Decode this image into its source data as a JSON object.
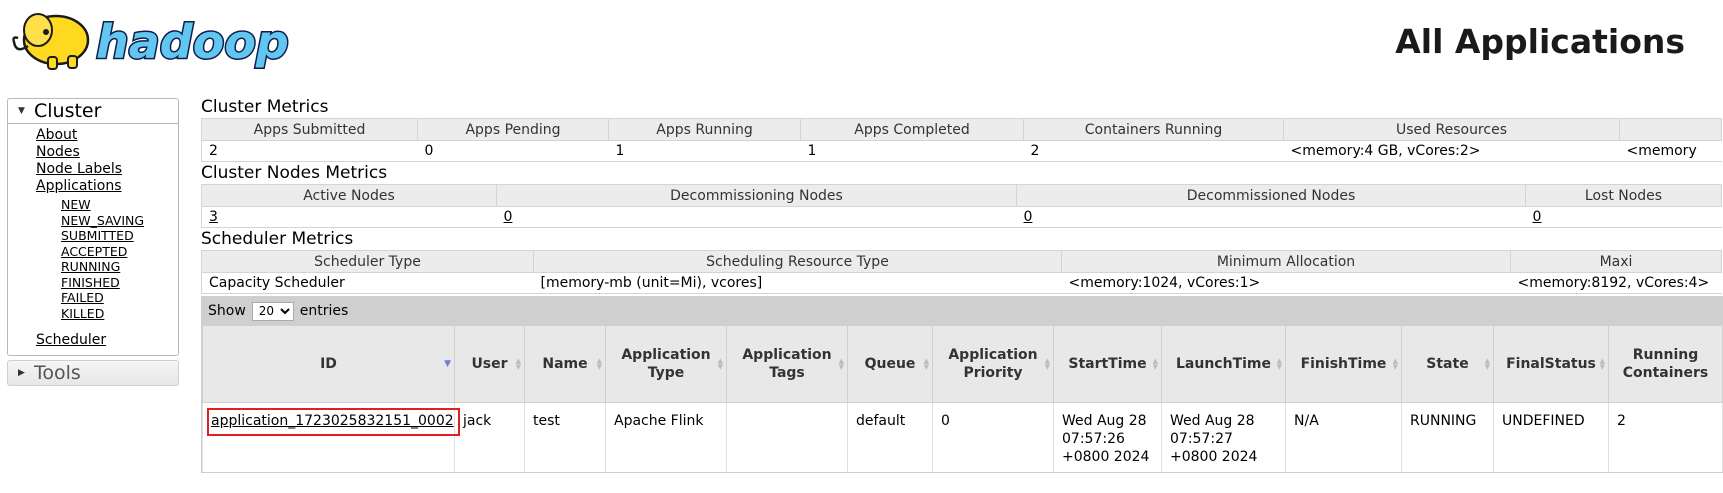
{
  "header": {
    "title": "All Applications",
    "logo_text": "hadoop"
  },
  "nav": {
    "cluster_label": "Cluster",
    "links": {
      "about": "About",
      "nodes": "Nodes",
      "node_labels": "Node Labels",
      "applications": "Applications",
      "scheduler": "Scheduler"
    },
    "app_states": [
      "NEW",
      "NEW_SAVING",
      "SUBMITTED",
      "ACCEPTED",
      "RUNNING",
      "FINISHED",
      "FAILED",
      "KILLED"
    ],
    "tools_label": "Tools"
  },
  "cluster_metrics": {
    "title": "Cluster Metrics",
    "headers": [
      "Apps Submitted",
      "Apps Pending",
      "Apps Running",
      "Apps Completed",
      "Containers Running",
      "Used Resources",
      ""
    ],
    "values": [
      "2",
      "0",
      "1",
      "1",
      "2",
      "<memory:4 GB, vCores:2>",
      "<memory"
    ]
  },
  "cluster_nodes_metrics": {
    "title": "Cluster Nodes Metrics",
    "headers": [
      "Active Nodes",
      "Decommissioning Nodes",
      "Decommissioned Nodes",
      "Lost Nodes"
    ],
    "values": [
      "3",
      "0",
      "0",
      "0"
    ]
  },
  "scheduler_metrics": {
    "title": "Scheduler Metrics",
    "headers": [
      "Scheduler Type",
      "Scheduling Resource Type",
      "Minimum Allocation",
      "Maxi"
    ],
    "values": [
      "Capacity Scheduler",
      "[memory-mb (unit=Mi), vcores]",
      "<memory:1024, vCores:1>",
      "<memory:8192, vCores:4>"
    ]
  },
  "apps_table": {
    "show_label": "Show",
    "entries_label": "entries",
    "page_size": "20",
    "headers": {
      "id": "ID",
      "user": "User",
      "name": "Name",
      "app_type": "Application Type",
      "app_tags": "Application Tags",
      "queue": "Queue",
      "priority": "Application Priority",
      "start_time": "StartTime",
      "launch_time": "LaunchTime",
      "finish_time": "FinishTime",
      "state": "State",
      "final_status": "FinalStatus",
      "running_containers": "Running Containers"
    },
    "rows": [
      {
        "id": "application_1723025832151_0002",
        "user": "jack",
        "name": "test",
        "app_type": "Apache Flink",
        "app_tags": "",
        "queue": "default",
        "priority": "0",
        "start_time": "Wed Aug 28 07:57:26 +0800 2024",
        "launch_time": "Wed Aug 28 07:57:27 +0800 2024",
        "finish_time": "N/A",
        "state": "RUNNING",
        "final_status": "UNDEFINED",
        "running_containers": "2"
      }
    ]
  },
  "colors": {
    "highlight_box": "#e02020",
    "sort_active": "#6b7fd6",
    "header_bg": "#ececec"
  }
}
